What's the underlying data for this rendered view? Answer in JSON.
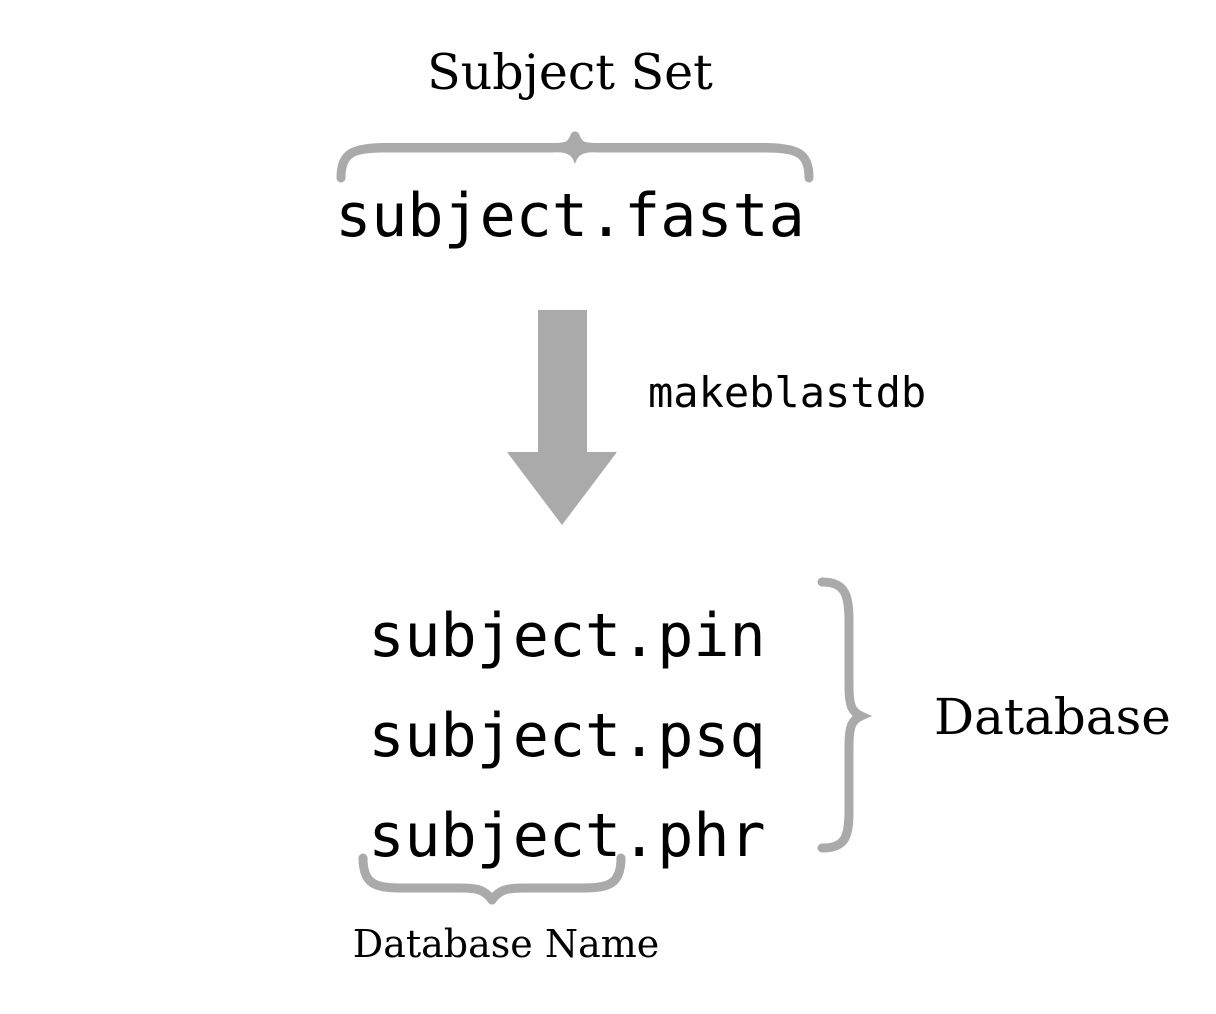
{
  "diagram": {
    "title_implicit": "BLAST makeblastdb database creation",
    "background_color": "#ffffff",
    "accent_gray": "#aaaaaa",
    "text_color": "#000000",
    "top_group": {
      "label": "Subject Set",
      "brace_icon": "top-brace-icon",
      "file": "subject.fasta"
    },
    "process": {
      "arrow_icon": "down-arrow-icon",
      "command": "makeblastdb",
      "arrow_color": "#aaaaaa"
    },
    "bottom_group": {
      "files": [
        "subject.pin",
        "subject.psq",
        "subject.phr"
      ],
      "right_brace_icon": "right-brace-icon",
      "right_label": "Database",
      "bottom_brace_icon": "bottom-brace-icon",
      "bottom_label": "Database Name"
    }
  }
}
